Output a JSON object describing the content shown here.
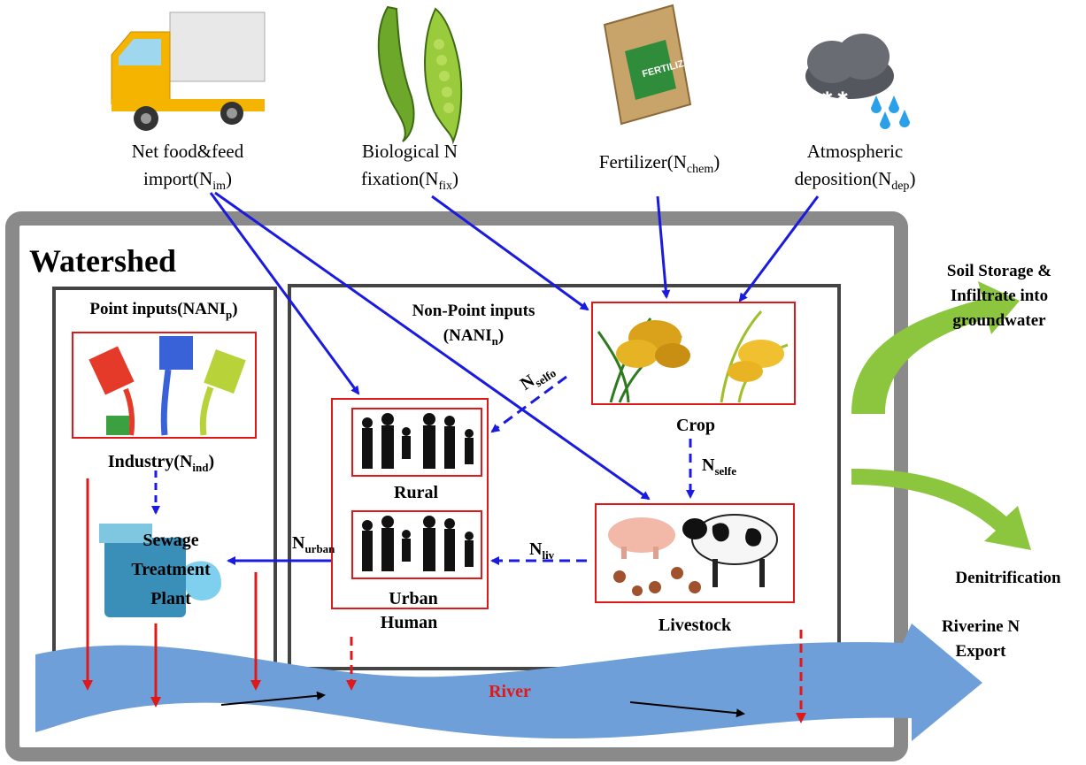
{
  "inputs": {
    "import": {
      "line1": "Net food&feed",
      "line2": "import(N",
      "sub": "im",
      "close": ")"
    },
    "fixation": {
      "line1": "Biological N",
      "line2": "fixation(N",
      "sub": "fix",
      "close": ")"
    },
    "fertilizer": {
      "line1": "Fertilizer(N",
      "sub": "chem",
      "close": ")"
    },
    "deposition": {
      "line1": "Atmospheric",
      "line2": "deposition(N",
      "sub": "dep",
      "close": ")"
    }
  },
  "watershed": {
    "title": "Watershed"
  },
  "point": {
    "title": "Point inputs(NANI",
    "sub": "p",
    "close": ")",
    "industry": "Industry(N",
    "industry_sub": "ind",
    "industry_close": ")",
    "sewage1": "Sewage",
    "sewage2": "Treatment",
    "sewage3": "Plant"
  },
  "nonpoint": {
    "title1": "Non-Point inputs",
    "title2": "(NANI",
    "sub": "n",
    "close": ")",
    "crop": "Crop",
    "livestock": "Livestock",
    "rural": "Rural",
    "urban": "Urban",
    "human": "Human"
  },
  "flows": {
    "selfo_N": "N",
    "selfo_sub": "selfo",
    "selfe_N": "N",
    "selfe_sub": "selfe",
    "liv_N": "N",
    "liv_sub": "liv",
    "urban_N": "N",
    "urban_sub": "urban"
  },
  "outputs": {
    "soil1": "Soil Storage &",
    "soil2": "Infiltrate into",
    "soil3": "groundwater",
    "denit": "Denitrification",
    "export1": "Riverine N",
    "export2": "Export"
  },
  "river": {
    "label": "River"
  },
  "colors": {
    "blue": "#1a1ae0",
    "red": "#e01818",
    "green": "#8cc63f",
    "river": "#6f9fd8",
    "frame": "#8a8a8a"
  }
}
